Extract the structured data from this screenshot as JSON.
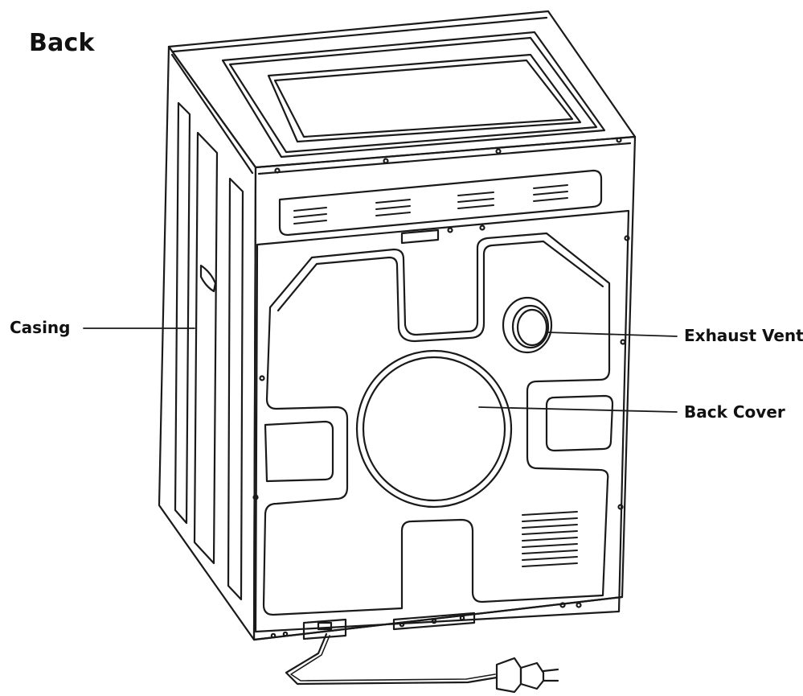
{
  "title": "Back",
  "labels": {
    "casing": "Casing",
    "exhaust_vent": "Exhaust Vent",
    "back_cover": "Back Cover"
  },
  "colors": {
    "line": "#1a1a1a",
    "background": "#ffffff"
  }
}
